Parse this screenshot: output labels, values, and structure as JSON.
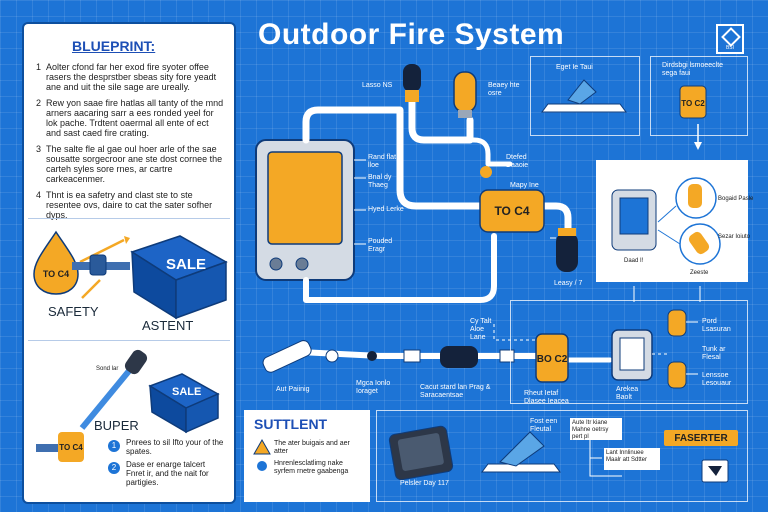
{
  "title": "Outdoor Fire System",
  "logo_text": "BSI",
  "left_panel": {
    "title": "BLUEPRINT:",
    "steps": [
      {
        "n": "1",
        "text": "Aolter cfond far her exod fire syoter offee rasers the desprstber sbeas sity fore yeadt ane and uit the sile sage are ureally."
      },
      {
        "n": "2",
        "text": "Rew yon saae fire hatlas all tanty of the mnd arners aacaring sarr a ees ronded yeel for lok pache. Trdtent oaermal all ente of ect and sast caed fire crating."
      },
      {
        "n": "3",
        "text": "The salte fle al gae oul hoer arle of the sae sousatte sorgecroor ane ste dost cornee the carteh syles sore rnes, ar cartre carkeacenmer."
      },
      {
        "n": "4",
        "text": "Thnt is ea safetry and clast ste to ste resentee ovs, daire to cat the sater sofher dyps."
      }
    ],
    "drop_label": "TO C4",
    "safety_label": "SAFETY",
    "sale_label": "SALE",
    "astent_label": "ASTENT",
    "buper_label": "BUPER",
    "buper_tag": "TO C4",
    "buper_items": [
      {
        "n": "1",
        "text": "Pnrees to sil Ifto your of the spates."
      },
      {
        "n": "2",
        "text": "Dase er enarge talcert Fnret ir, and the nait for partigies."
      }
    ],
    "small_label": "Sond lar"
  },
  "center": {
    "panel_labels": [
      "Rand flat lloe",
      "Bnal dy Thaeg",
      "Hyed Lerke",
      "Pouded Eragr"
    ],
    "lasso_label": "Lasso NS",
    "upper_valve_label": "Beaey hte osre",
    "right_side_labels": [
      "Dtefed Daaoie",
      "Mapy Ine"
    ],
    "tc4_tag": "TO C4",
    "tank_label": "Leasy / 7",
    "fire_label": "Aut Paiinig",
    "mid_labels": [
      "Mgca Ionlo Ioraget",
      "Cacut stard lan Prag & Saracaentsae"
    ],
    "valve_label": "Cy Talt Aloe Lane",
    "c2_tag": "BO C2",
    "c2_label": "Rheut Ietaf Dlasee Ieacea",
    "device_label": "Arekea Baolt"
  },
  "right": {
    "top_left_label": "Eget Ie Taui",
    "top_right_label": "Dirdsbgi lsmoeeclte sega faui",
    "tag_top": "TO C2",
    "device_label": "Daad I!",
    "zoom_labels": [
      "Bogaid Pasle",
      "Sezar Ioiuto",
      "Zeeste"
    ],
    "bottom_labels": [
      "Pord Lsasuran",
      "Tunk ar Flesal",
      "Lenssoe Lesouaur"
    ]
  },
  "bottom": {
    "suttlent_title": "SUTTLENT",
    "warning_items": [
      "The ater buigais and aer atter",
      "Hnrenlesclatlimg nake syrfem rnetre gaabenga"
    ],
    "phone_label": "Pelsler Day 117",
    "sprinkler_label": "Fost een Fleutal",
    "flow_top": "Aute Itr kiane Mahne oetrsy pert pl",
    "flow_bottom": "Lant Innlinuee Maalr att Sdtter",
    "tag": "FASERTER"
  },
  "colors": {
    "background": "#1d74d6",
    "accent": "#f4a825",
    "line": "#ffffff",
    "dark": "#1a2a3a"
  }
}
